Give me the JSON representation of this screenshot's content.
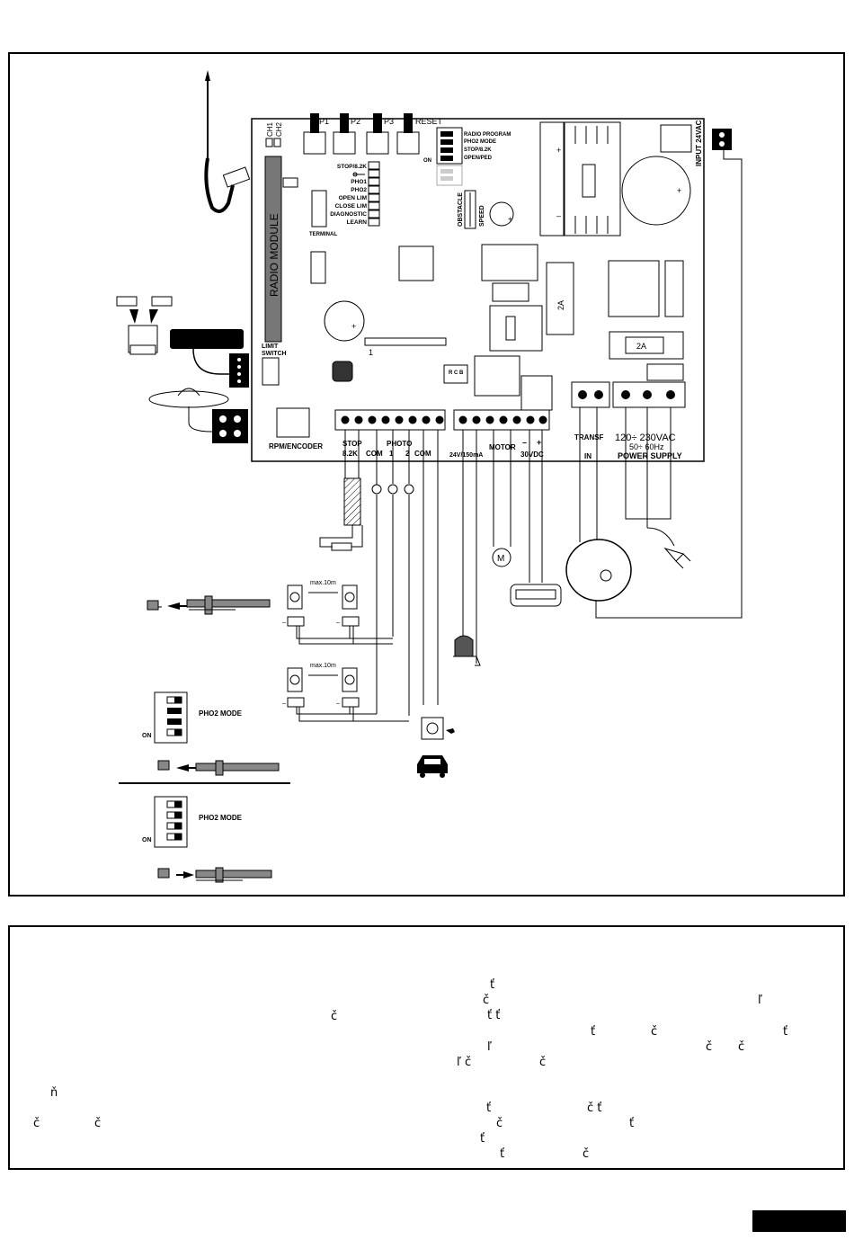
{
  "board": {
    "ch_labels": [
      "CH1",
      "CH2"
    ],
    "buttons": [
      "P1",
      "P2",
      "P3",
      "RESET"
    ],
    "dip_labels": [
      "RADIO PROGRAM",
      "PHO2 MODE",
      "STOP/8.2K",
      "OPEN/PED"
    ],
    "dip_on": "ON",
    "leds": [
      "STOP/8.2K",
      "",
      "PHO1",
      "PHO2",
      "OPEN LIM",
      "CLOSE LIM",
      "DIAGNOSTIC",
      "LEARN"
    ],
    "radio_module": "RADIO MODULE",
    "terminal": "TERMINAL",
    "obstacle": "OBSTACLE",
    "speed": "SPEED",
    "fuse1": "2A",
    "fuse2": "2A",
    "input24": "INPUT 24VAC",
    "limit_switch": [
      "LIMIT",
      "SWITCH"
    ],
    "rpm_encoder": "RPM/ENCODER",
    "pin1": "1",
    "rcb": "R C B",
    "stop": "STOP",
    "photo": "PHOTO",
    "k82": "8.2K",
    "com": "COM",
    "ph1": "1",
    "ph2": "2",
    "com2": "COM",
    "lamp": "24V/150mA",
    "motor": "MOTOR",
    "minus": "–",
    "plus": "+",
    "v30": "30VDC",
    "transf": "TRANSF",
    "in": "IN",
    "ac1": "120÷ 230VAC",
    "ac2": "50÷ 60Hz",
    "ps": "POWER SUPPLY"
  },
  "photocells": {
    "distance_top": "max.10m",
    "distance_bottom": "max.10m"
  },
  "mode_panels": [
    {
      "label": "PHO2 MODE",
      "on": "ON"
    },
    {
      "label": "PHO2 MODE",
      "on": "ON"
    }
  ],
  "bottom_text_glyphs": [
    "ť",
    "č",
    "ľ",
    "č",
    "ť ť",
    "ť",
    "č",
    "ť",
    "ľ",
    "č",
    "č",
    "ľ č",
    "č",
    "ň",
    "ť",
    "č ť",
    "č",
    "č",
    "č",
    "ť",
    "ť",
    "ť",
    "č"
  ]
}
